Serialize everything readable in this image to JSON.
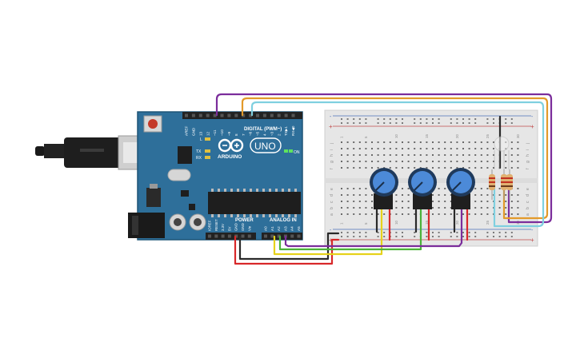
{
  "arduino": {
    "brand": "ARDUINO",
    "model": "UNO",
    "on_label": "ON",
    "tx_label": "TX",
    "rx_label": "RX",
    "l_label": "L",
    "digital_header": "DIGITAL (PWM~)",
    "power_header": "POWER",
    "analog_header": "ANALOG IN",
    "top_pins": [
      "AREF",
      "GND",
      "13",
      "12",
      "~11",
      "~10",
      "~9",
      "8",
      "7",
      "~6",
      "~5",
      "4",
      "~3",
      "2",
      "TX▶1",
      "RX◀0"
    ],
    "power_pins": [
      "IOREF",
      "RESET",
      "3.3V",
      "5V",
      "GND",
      "GND",
      "Vin"
    ],
    "analog_pins": [
      "A0",
      "A1",
      "A2",
      "A3",
      "A4",
      "A5"
    ]
  },
  "breadboard": {
    "row_letters_top": [
      "j",
      "i",
      "h",
      "g",
      "f"
    ],
    "row_letters_bottom": [
      "e",
      "d",
      "c",
      "b",
      "a"
    ],
    "column_numbers": [
      "1",
      "",
      "",
      "",
      "5",
      "",
      "",
      "",
      "",
      "10",
      "",
      "",
      "",
      "",
      "15",
      "",
      "",
      "",
      "",
      "20",
      "",
      "",
      "",
      "",
      "25",
      "",
      "",
      "",
      "",
      "30"
    ],
    "rail_plus": "+",
    "rail_minus": "-"
  },
  "colors": {
    "board": "#2e6f9a",
    "board_edge": "#1f5577",
    "wire_purple": "#7b2d9b",
    "wire_orange": "#e39a2a",
    "wire_cyan": "#7fd0e0",
    "wire_red": "#d8282a",
    "wire_black": "#2a2a2a",
    "wire_yellow": "#e6d21a",
    "wire_green": "#4cb23a",
    "pot_blue": "#4c8ad8"
  }
}
